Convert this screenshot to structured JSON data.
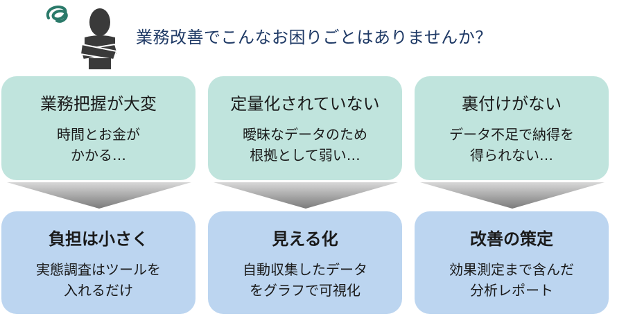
{
  "title": "業務改善でこんなお困りごとはありませんか？",
  "columns": [
    {
      "problem_title": "業務把握が大変",
      "problem_lines": [
        "時間とお金が",
        "かかる…"
      ],
      "solution_title": "負担は小さく",
      "solution_lines": [
        "実態調査はツールを",
        "入れるだけ"
      ]
    },
    {
      "problem_title": "定量化されていない",
      "problem_lines": [
        "曖昧なデータのため",
        "根拠として弱い…"
      ],
      "solution_title": "見える化",
      "solution_lines": [
        "自動収集したデータ",
        "をグラフで可視化"
      ]
    },
    {
      "problem_title": "裏付けがない",
      "problem_lines": [
        "データ不足で納得を",
        "得られない…"
      ],
      "solution_title": "改善の策定",
      "solution_lines": [
        "効果測定まで含んだ",
        "分析レポート"
      ]
    }
  ],
  "colors": {
    "problem_bg": "#c0e4dd",
    "solution_bg": "#bcd5f0",
    "title": "#1f3a66",
    "worry": "#2b7a6a",
    "person": "#3a3a3a"
  }
}
